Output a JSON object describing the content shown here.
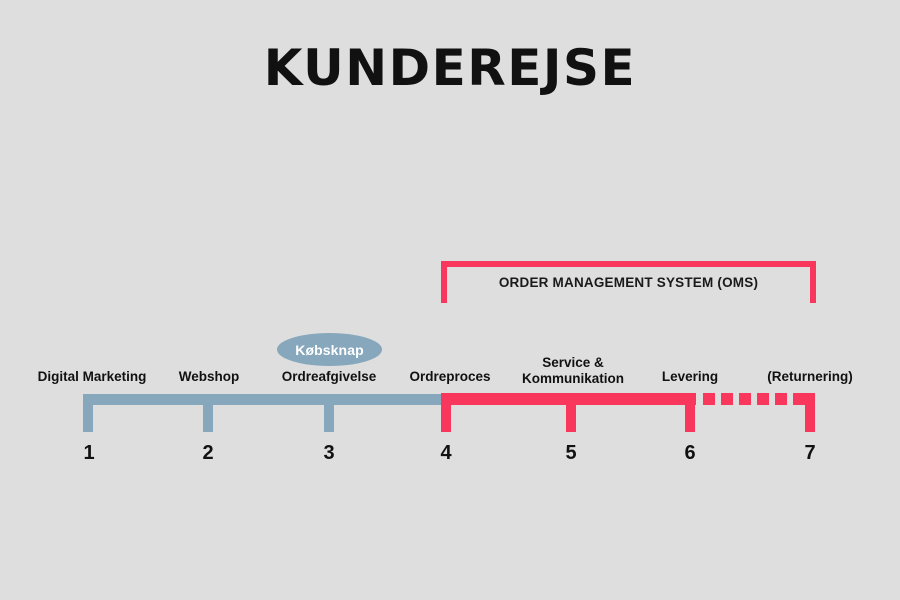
{
  "page": {
    "title": "KUNDEREJSE",
    "background_color": "#dedede"
  },
  "colors": {
    "blue": "#86a7bc",
    "red": "#f9365c",
    "text": "#111111",
    "badge_text": "#ffffff"
  },
  "oms_bracket": {
    "label": "ORDER MANAGEMENT SYSTEM (OMS)",
    "spans_stages": "4-7",
    "color": "#f9365c"
  },
  "badge": {
    "label": "Købsknap",
    "attached_to_stage": 3,
    "color": "#86a7bc"
  },
  "timeline": {
    "stages": [
      {
        "number": "1",
        "label": "Digital Marketing",
        "phase": "blue"
      },
      {
        "number": "2",
        "label": "Webshop",
        "phase": "blue"
      },
      {
        "number": "3",
        "label": "Ordreafgivelse",
        "phase": "blue"
      },
      {
        "number": "4",
        "label": "Ordreproces",
        "phase": "red"
      },
      {
        "number": "5",
        "label": "Service &\nKommunikation",
        "phase": "red"
      },
      {
        "number": "6",
        "label": "Levering",
        "phase": "red"
      },
      {
        "number": "7",
        "label": "(Returnering)",
        "phase": "red-dashed"
      }
    ]
  }
}
